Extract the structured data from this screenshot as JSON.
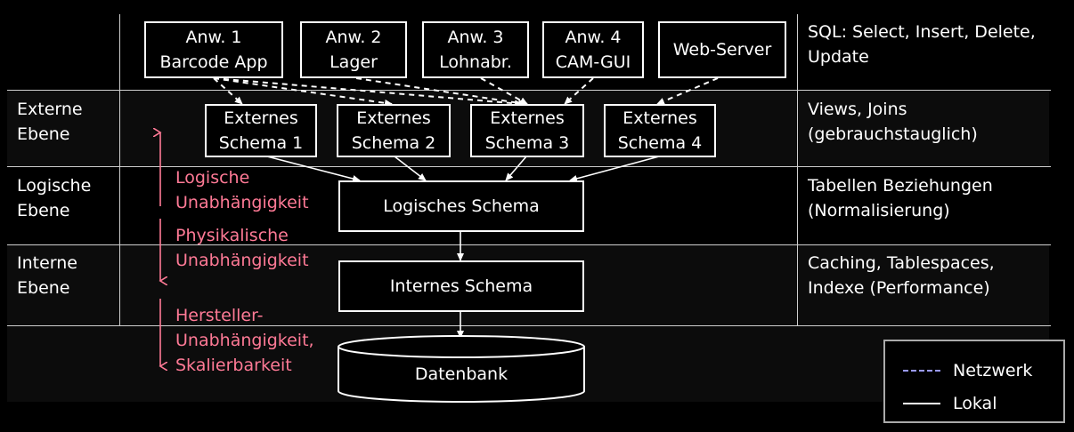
{
  "applications": [
    {
      "line1": "Anw. 1",
      "line2": "Barcode App"
    },
    {
      "line1": "Anw. 2",
      "line2": "Lager"
    },
    {
      "line1": "Anw. 3",
      "line2": "Lohnabr."
    },
    {
      "line1": "Anw. 4",
      "line2": "CAM-GUI"
    },
    {
      "line1": "Web-Server",
      "line2": ""
    }
  ],
  "external_schemas": [
    {
      "line1": "Externes",
      "line2": "Schema 1"
    },
    {
      "line1": "Externes",
      "line2": "Schema 2"
    },
    {
      "line1": "Externes",
      "line2": "Schema 3"
    },
    {
      "line1": "Externes",
      "line2": "Schema 4"
    }
  ],
  "logical_schema": "Logisches Schema",
  "internal_schema": "Internes Schema",
  "database": "Datenbank",
  "levels": {
    "external": {
      "line1": "Externe",
      "line2": "Ebene"
    },
    "logical": {
      "line1": "Logische",
      "line2": "Ebene"
    },
    "internal": {
      "line1": "Interne",
      "line2": "Ebene"
    }
  },
  "notes": {
    "apps": {
      "line1": "SQL: Select, Insert, Delete,",
      "line2": "Update"
    },
    "external": {
      "line1": "Views, Joins",
      "line2": "(gebrauchstauglich)"
    },
    "logical": {
      "line1": "Tabellen Beziehungen",
      "line2": "(Normalisierung)"
    },
    "internal": {
      "line1": "Caching, Tablespaces,",
      "line2": "Indexe (Performance)"
    }
  },
  "independence": {
    "logical": {
      "line1": "Logische",
      "line2": "Unabhängigkeit"
    },
    "physical": {
      "line1": "Physikalische",
      "line2": "Unabhängigkeit"
    },
    "vendor": {
      "line1": "Hersteller-",
      "line2": "Unabhängigkeit,",
      "line3": "Skalierbarkeit"
    }
  },
  "legend": {
    "network": "Netzwerk",
    "local": "Lokal"
  },
  "colors": {
    "background": "#000000",
    "band": "#0c0c0c",
    "foreground": "#ffffff",
    "independence": "#ff7a96",
    "network_line": "#9a9aff"
  }
}
